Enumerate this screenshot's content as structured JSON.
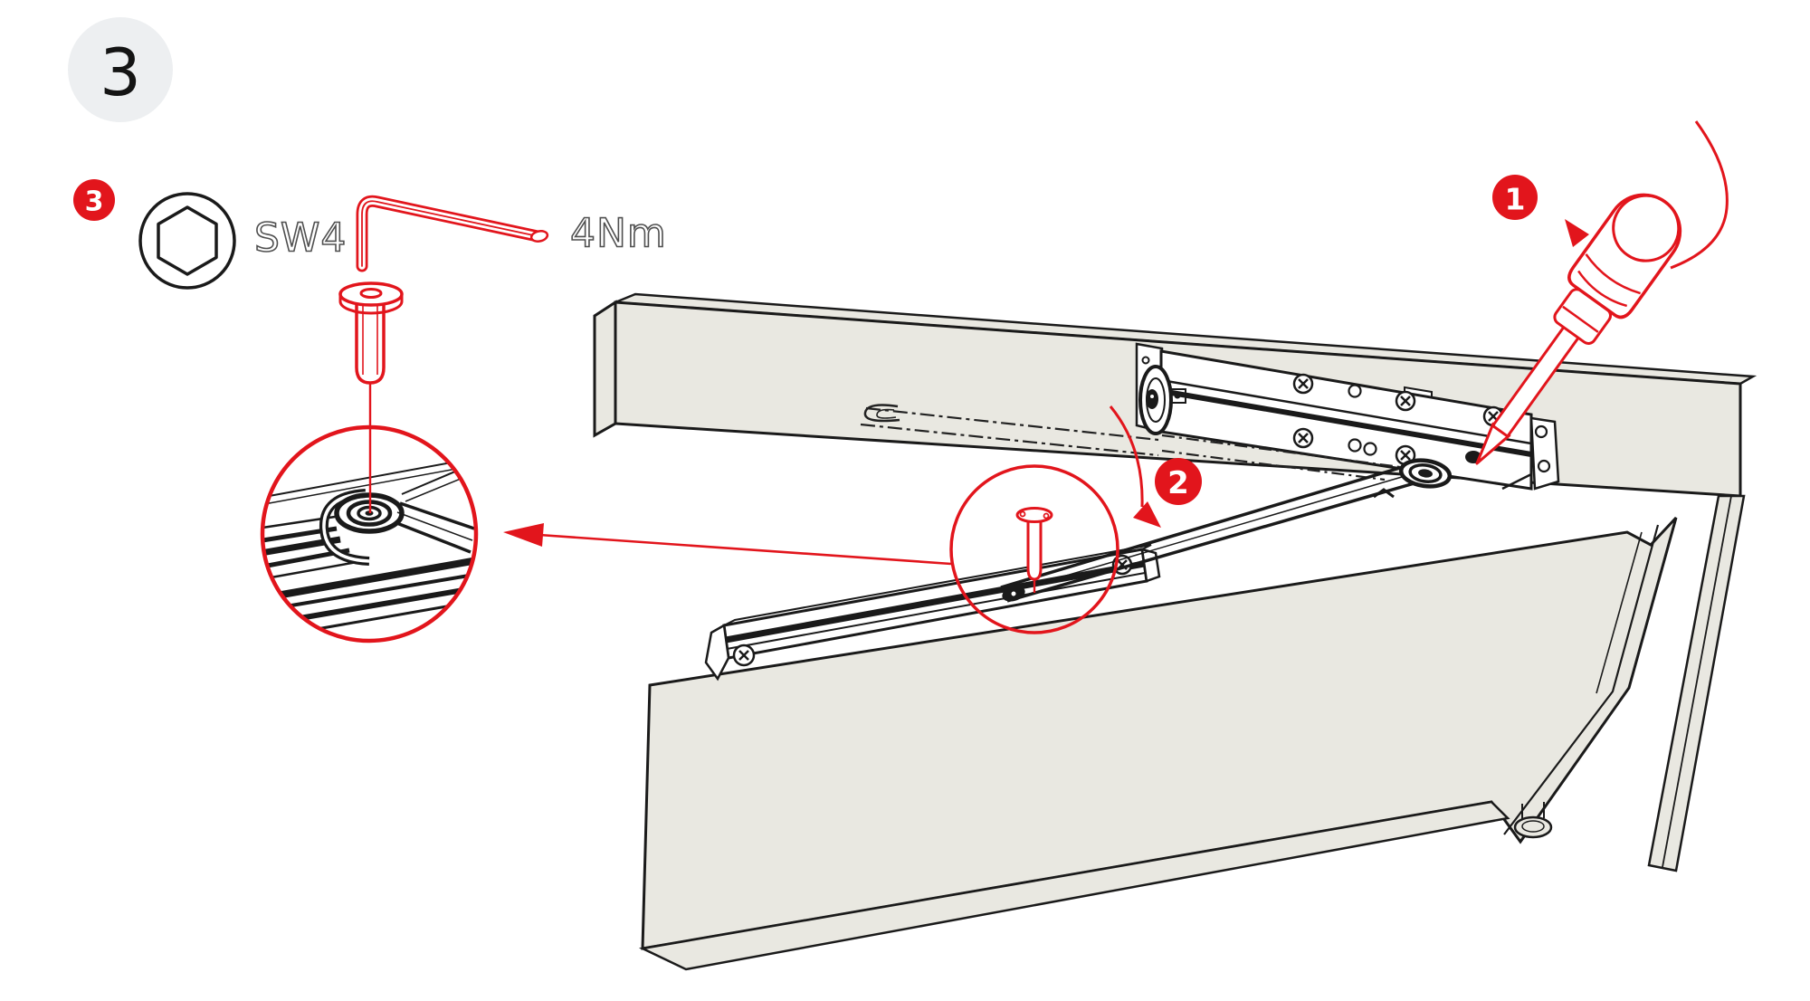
{
  "colors": {
    "accent_red": "#e2151c",
    "panel_beige": "#e9e8e1",
    "outline_black": "#1a1a1a",
    "step_circle_gray": "#edeff1",
    "label_gray": "#4f4f4f"
  },
  "step_badge": {
    "label": "3"
  },
  "tool_legend": {
    "badge_label": "3",
    "socket_label": "SW4",
    "torque_label": "4Nm",
    "icons": [
      "hex-socket-icon",
      "allen-key-icon",
      "washer-icon",
      "fixing-pin-icon"
    ]
  },
  "callouts": {
    "screwdriver_step": {
      "label": "1"
    },
    "pin_step": {
      "label": "2"
    }
  },
  "illustration": {
    "magnifiers": [
      "detail-zoom-circle-large",
      "detail-zoom-circle-small"
    ],
    "parts": [
      "door-frame-header",
      "door-frame-jamb",
      "door-closer-body",
      "closer-arm",
      "slide-rail",
      "door-panel",
      "hinge-barrel"
    ]
  }
}
